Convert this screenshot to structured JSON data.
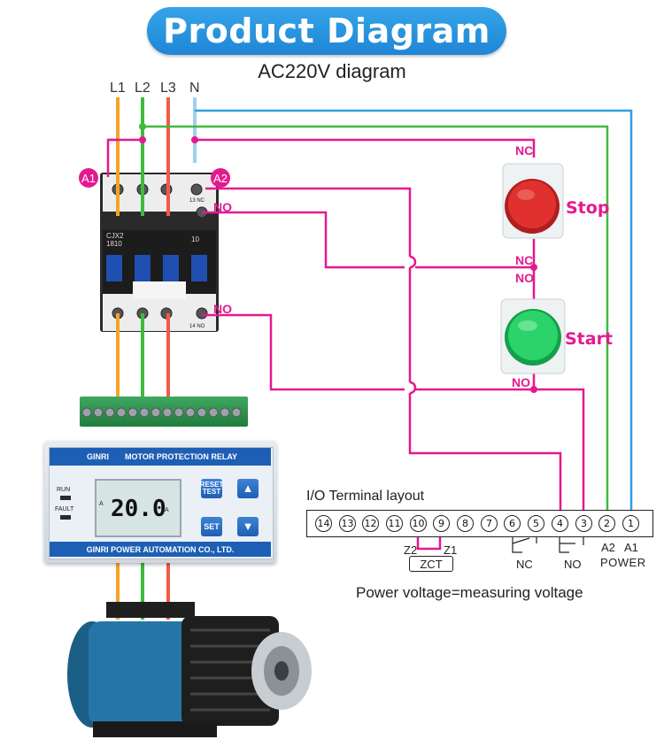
{
  "title": "Product Diagram",
  "subtitle": "AC220V diagram",
  "lines": [
    "L1",
    "L2",
    "L3",
    "N"
  ],
  "badges": {
    "a1": "A1",
    "a2": "A2"
  },
  "contactor": {
    "model_line1": "CJX2",
    "model_line2": "1810",
    "top_nc": "13 NC",
    "bottom_no": "14 NO",
    "rating": "10"
  },
  "labels": {
    "no_top": "NO",
    "no_bottom": "NO",
    "stop_nc_top": "NC",
    "stop_nc_bottom": "NC",
    "start_no_top": "NO",
    "start_no_bottom": "NO"
  },
  "buttons": {
    "stop": "Stop",
    "start": "Start"
  },
  "relay": {
    "brand": "GINRI",
    "header": "MOTOR PROTECTION RELAY",
    "run": "RUN",
    "fault": "FAULT",
    "lcd_value": "20.0",
    "lcd_unit": "A",
    "lcd_left": "A",
    "reset_test": "RESET TEST",
    "set": "SET",
    "footer": "GINRI POWER AUTOMATION CO., LTD."
  },
  "io": {
    "title": "I/O Terminal layout",
    "terminals": [
      "14",
      "13",
      "12",
      "11",
      "10",
      "9",
      "8",
      "7",
      "6",
      "5",
      "4",
      "3",
      "2",
      "1"
    ],
    "z2": "Z2",
    "z1": "Z1",
    "zct": "ZCT",
    "nc": "NC",
    "no": "NO",
    "a2": "A2",
    "a1": "A1",
    "power": "POWER"
  },
  "note": "Power voltage=measuring voltage",
  "colors": {
    "title_blue": "#2496e0",
    "wire_pink": "#e5198f",
    "wire_blue": "#2f9ee0",
    "wire_green": "#3dbb3d",
    "wire_orange": "#f4a425",
    "wire_red": "#f25a48",
    "stop_button": "#e0312f",
    "start_button": "#2cd36a"
  }
}
